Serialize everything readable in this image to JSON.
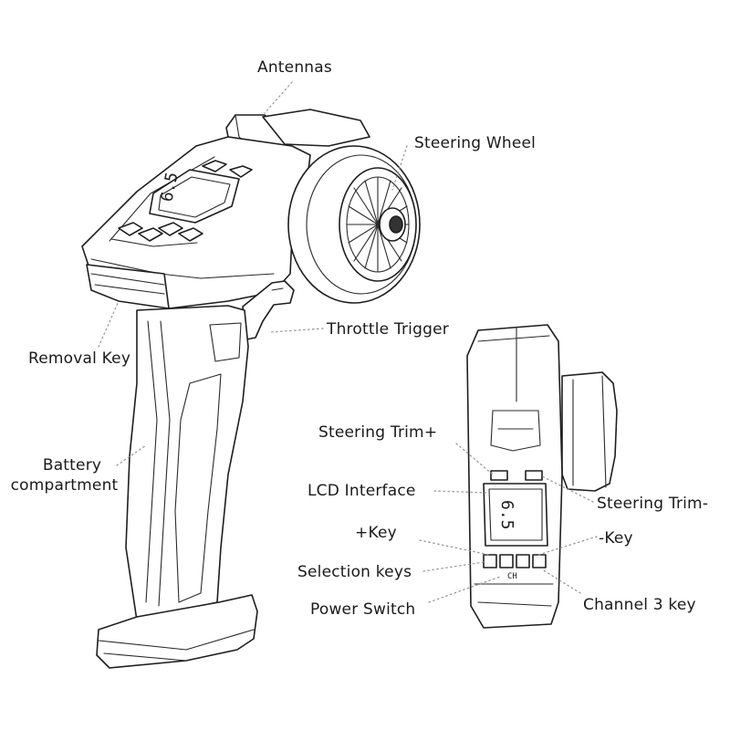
{
  "labels": {
    "antennas": "Antennas",
    "steering_wheel": "Steering Wheel",
    "throttle_trigger": "Throttle Trigger",
    "removal_key": "Removal Key",
    "battery_compartment_line1": "Battery",
    "battery_compartment_line2": "compartment",
    "steering_trim_plus": "Steering Trim+",
    "lcd_interface": "LCD Interface",
    "steering_trim_minus": "Steering Trim-",
    "plus_key": "+Key",
    "minus_key": "-Key",
    "selection_keys": "Selection keys",
    "power_switch": "Power Switch",
    "channel_3_key": "Channel 3 key"
  },
  "lcd": {
    "main_reading": "6.5",
    "channel_marker": "CH"
  },
  "colors": {
    "line": "#1e1e1e",
    "leader": "#9a9a9a",
    "background": "#ffffff"
  }
}
